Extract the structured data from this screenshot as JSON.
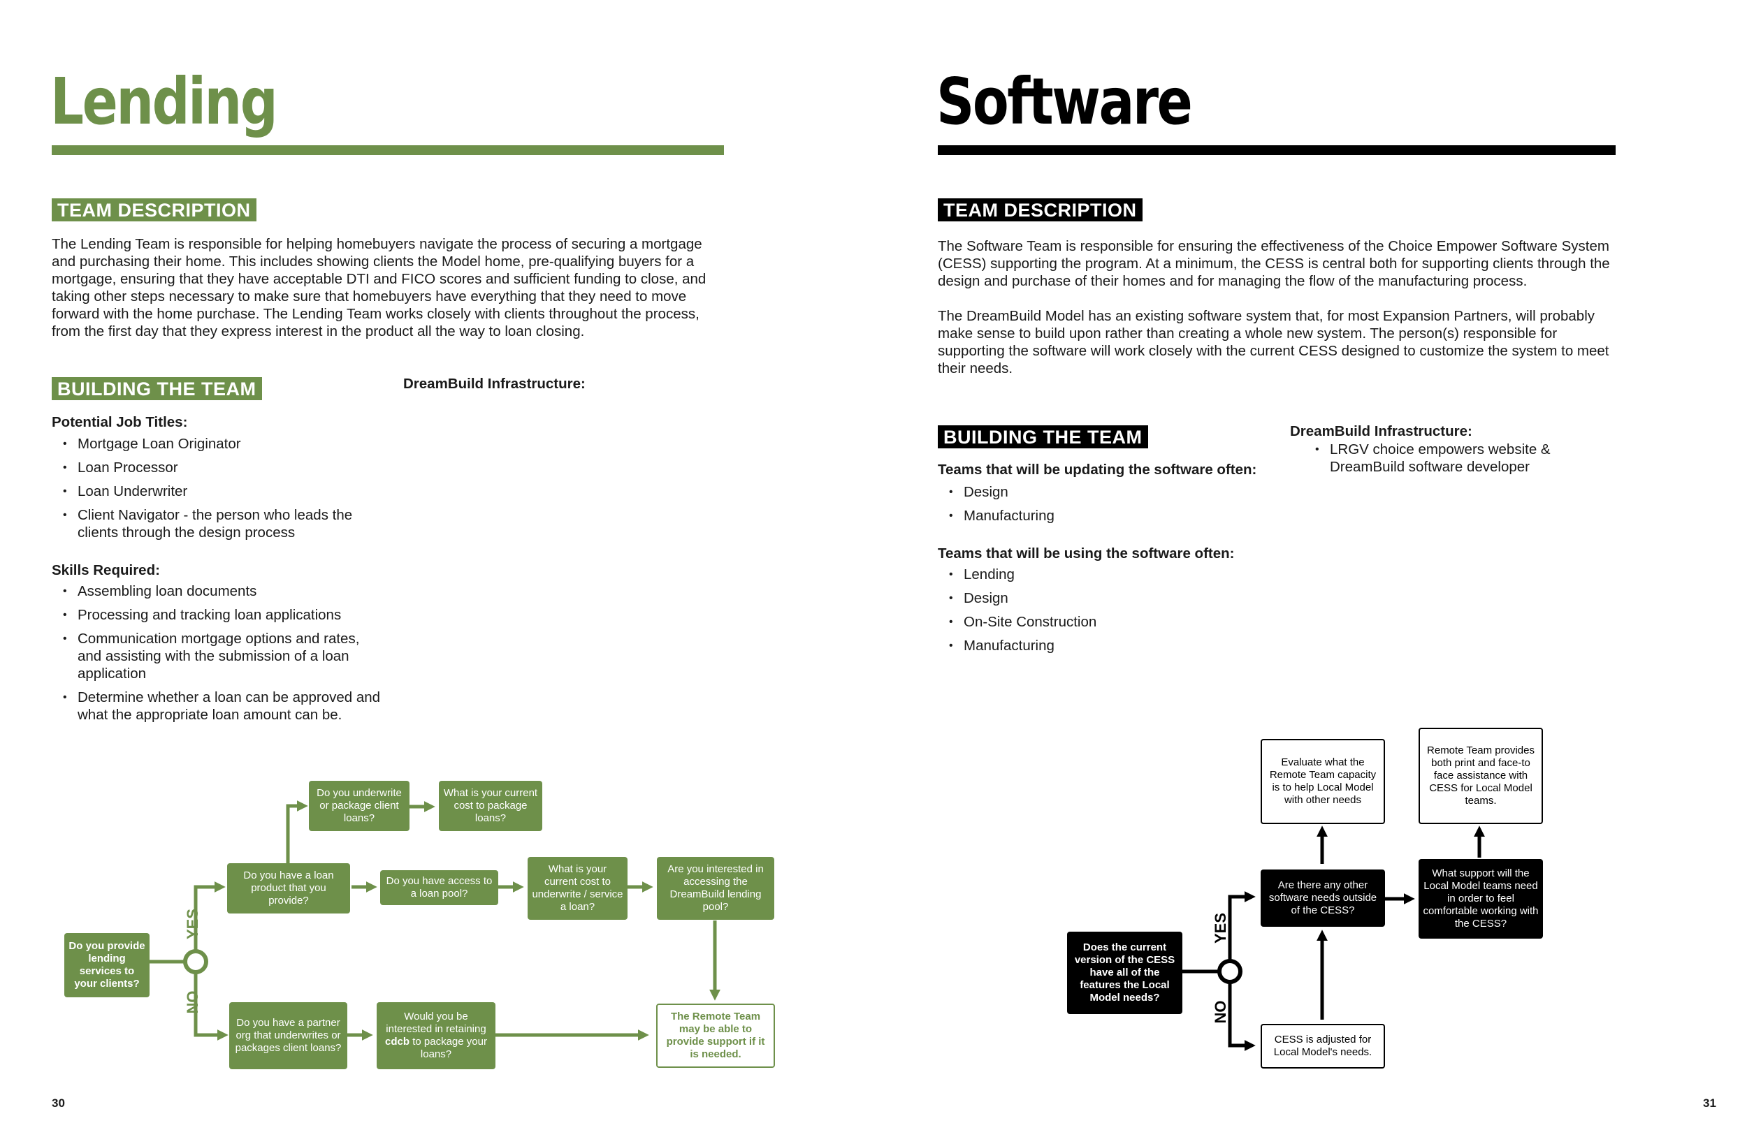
{
  "colors": {
    "green": "#6e904a",
    "black": "#000000",
    "text": "#1a1a1a"
  },
  "left": {
    "title": "Lending",
    "team_desc_heading": "TEAM DESCRIPTION",
    "team_desc_text": "The Lending Team is responsible for helping homebuyers navigate the process of securing a mortgage and purchasing their home. This includes showing clients the Model home, pre-qualifying buyers for a mortgage, ensuring that they have acceptable DTI and FICO scores and sufficient funding to close, and taking other steps necessary to make sure that homebuyers have everything that they need to move forward with the home purchase. The Lending Team works closely with clients throughout the process, from the first day that they express interest in the product all the way to loan closing.",
    "building_heading": "BUILDING THE TEAM",
    "infra_label": "DreamBuild Infrastructure:",
    "job_titles_label": "Potential Job Titles:",
    "job_titles": [
      "Mortgage Loan Originator",
      "Loan Processor",
      "Loan Underwriter",
      "Client Navigator - the person who leads the clients through the design process"
    ],
    "skills_label": "Skills Required:",
    "skills": [
      "Assembling loan documents",
      "Processing and tracking loan applications",
      "Communication mortgage options and rates, and assisting with the submission of a loan application",
      "Determine whether a loan can be approved and what the appropriate loan amount can be."
    ],
    "flow": {
      "start": "Do you provide lending services to your clients?",
      "yes": "YES",
      "no": "NO",
      "loan_product": "Do you have a loan product that you provide?",
      "underwrite": "Do you underwrite or package client loans?",
      "current_cost": "What is your current cost to package loans?",
      "loan_pool": "Do you have access to a loan pool?",
      "cost_underwrite": "What is your current cost to underwrite / service a loan?",
      "interested_pool": "Are you interested in accessing the DreamBuild lending pool?",
      "partner_org": "Do you have a partner org that underwrites or packages client loans?",
      "retaining_pre": "Would you be interested in retaining ",
      "retaining_bold": "cdcb",
      "retaining_post": " to package your loans?",
      "remote_team": "The Remote Team may be able to provide support if it is needed."
    },
    "page_number": "30"
  },
  "right": {
    "title": "Software",
    "team_desc_heading": "TEAM DESCRIPTION",
    "team_desc_p1": "The Software Team is responsible for ensuring the effectiveness of the Choice Empower Software System (CESS) supporting the program. At a minimum, the CESS is central both for supporting clients through the design and purchase of their homes and for managing the flow of the manufacturing process.",
    "team_desc_p2": "The DreamBuild Model has an existing software system that, for most Expansion Partners, will probably make sense to build upon rather than creating a whole new system. The person(s) responsible for supporting the software will work closely with the current CESS designed to customize the system to meet their needs.",
    "building_heading": "BUILDING THE TEAM",
    "infra_label": "DreamBuild Infrastructure:",
    "infra_items": [
      "LRGV choice empowers website & DreamBuild software developer"
    ],
    "updating_label": "Teams that will be updating the software often:",
    "updating": [
      "Design",
      "Manufacturing"
    ],
    "using_label": "Teams that will be using the software often:",
    "using": [
      "Lending",
      "Design",
      "On-Site Construction",
      "Manufacturing"
    ],
    "flow": {
      "start": "Does the current version of the CESS have all of the features the Local Model needs?",
      "yes": "YES",
      "no": "NO",
      "other_needs": "Are there any other software needs outside of the CESS?",
      "evaluate": "Evaluate what the Remote Team capacity is to help Local Model with other needs",
      "what_support": "What support will the Local Model teams need in order to feel comfortable working with the CESS?",
      "remote_provides": "Remote Team provides both print and face-to face assistance with CESS for Local Model teams.",
      "adjusted": "CESS is adjusted for Local Model's needs."
    },
    "page_number": "31"
  }
}
